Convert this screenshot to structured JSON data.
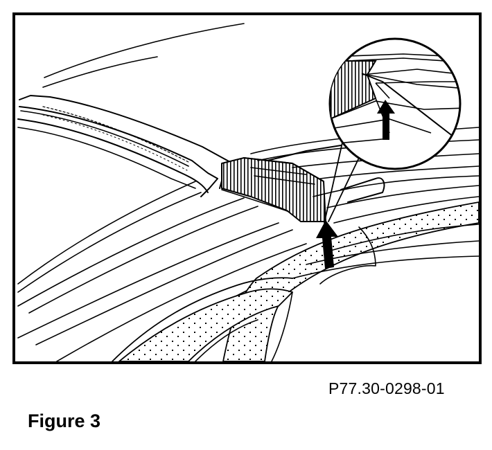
{
  "figure": {
    "caption": "Figure 3",
    "part_number": "P77.30-0298-01"
  },
  "illustration": {
    "subject": "roof-trim-joint-detail",
    "callout_count": 2,
    "icons": [
      "arrow-up-icon",
      "magnifier-detail-icon"
    ],
    "colors": {
      "ink": "#000000",
      "paper": "#ffffff"
    }
  }
}
